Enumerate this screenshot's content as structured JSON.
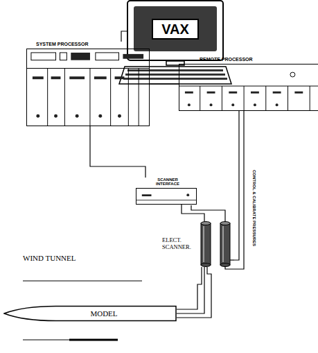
{
  "diagram": {
    "nodes": [
      {
        "text": [
          "VAX"
        ]
      },
      {
        "text": [
          "SYSTEM PROCESSOR"
        ]
      },
      {
        "text": [
          "REMOTE PROCESSOR"
        ]
      },
      {
        "text": [
          "SCANNER INTERFACE"
        ]
      },
      {
        "text": [
          "ELECT. SCANNER."
        ]
      },
      {
        "text": [
          "MODEL"
        ]
      }
    ],
    "edges": [
      {
        "from": 0,
        "to": 1,
        "arrow": "none"
      },
      {
        "from": 1,
        "to": 2,
        "arrow": "none"
      },
      {
        "from": 1,
        "to": 3,
        "arrow": "none"
      },
      {
        "from": 3,
        "to": 4,
        "arrow": "none"
      },
      {
        "from": 2,
        "to": 4,
        "label": "CONTROL & CALIBRATE PRESSURES",
        "arrow": "none"
      },
      {
        "from": 4,
        "to": 5,
        "arrow": "none"
      }
    ],
    "labels": [
      "WIND TUNNEL"
    ]
  }
}
